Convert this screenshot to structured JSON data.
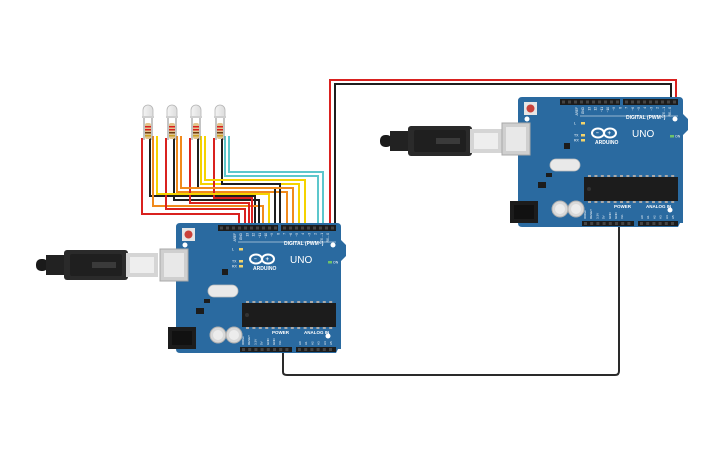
{
  "boards": [
    {
      "id": "left",
      "logo_text": "ARDUINO",
      "model": "UNO",
      "digital_label": "DIGITAL (PWM~)",
      "power_label": "POWER",
      "analog_label": "ANALOG IN",
      "led_l": "L",
      "led_tx": "TX",
      "led_rx": "RX",
      "led_on": "ON",
      "top_pins": [
        "AREF",
        "GND",
        "13",
        "12",
        "~11",
        "~10",
        "~9",
        "8",
        "7",
        "~6",
        "~5",
        "4",
        "~3",
        "2",
        "TX→1",
        "RX←0"
      ],
      "power_pins": [
        "IOREF",
        "RESET",
        "3.3V",
        "5V",
        "GND",
        "GND",
        "Vin"
      ],
      "analog_pins": [
        "A0",
        "A1",
        "A2",
        "A3",
        "A4",
        "A5"
      ]
    },
    {
      "id": "right",
      "logo_text": "ARDUINO",
      "model": "UNO",
      "digital_label": "DIGITAL (PWM~)",
      "power_label": "POWER",
      "analog_label": "ANALOG IN",
      "led_l": "L",
      "led_tx": "TX",
      "led_rx": "RX",
      "led_on": "ON",
      "top_pins": [
        "AREF",
        "GND",
        "13",
        "12",
        "~11",
        "~10",
        "~9",
        "8",
        "7",
        "~6",
        "~5",
        "4",
        "~3",
        "2",
        "TX→1",
        "RX←0"
      ],
      "power_pins": [
        "IOREF",
        "RESET",
        "3.3V",
        "5V",
        "GND",
        "GND",
        "Vin"
      ],
      "analog_pins": [
        "A0",
        "A1",
        "A2",
        "A3",
        "A4",
        "A5"
      ]
    }
  ],
  "leds": [
    {
      "name": "led-1"
    },
    {
      "name": "led-2"
    },
    {
      "name": "led-3"
    },
    {
      "name": "led-4"
    }
  ],
  "wire_colors": {
    "red": "#d9211f",
    "black": "#1e1e1e",
    "orange": "#f08a1c",
    "yellow": "#f5d300",
    "teal": "#5cc7cc",
    "dark": "#2a2a2a"
  },
  "board_color": "#2a6aa0"
}
